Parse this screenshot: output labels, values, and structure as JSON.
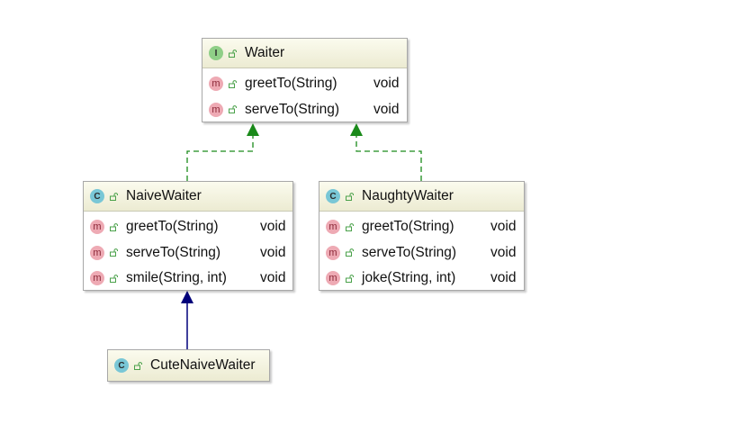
{
  "diagram": {
    "badges": {
      "interface": "I",
      "class": "C",
      "method": "m"
    },
    "colors": {
      "implements_edge": "#1a8a1a",
      "extends_edge": "#00007a",
      "header_fill": "#ecebd2"
    },
    "classes": {
      "waiter": {
        "kind": "interface",
        "name": "Waiter",
        "methods": [
          {
            "name": "greetTo(String)",
            "type": "void"
          },
          {
            "name": "serveTo(String)",
            "type": "void"
          }
        ]
      },
      "naive_waiter": {
        "kind": "class",
        "name": "NaiveWaiter",
        "methods": [
          {
            "name": "greetTo(String)",
            "type": "void"
          },
          {
            "name": "serveTo(String)",
            "type": "void"
          },
          {
            "name": "smile(String, int)",
            "type": "void"
          }
        ]
      },
      "naughty_waiter": {
        "kind": "class",
        "name": "NaughtyWaiter",
        "methods": [
          {
            "name": "greetTo(String)",
            "type": "void"
          },
          {
            "name": "serveTo(String)",
            "type": "void"
          },
          {
            "name": "joke(String, int)",
            "type": "void"
          }
        ]
      },
      "cute_naive_waiter": {
        "kind": "class",
        "name": "CuteNaiveWaiter",
        "methods": []
      }
    },
    "relations": [
      {
        "from": "NaiveWaiter",
        "to": "Waiter",
        "kind": "implements"
      },
      {
        "from": "NaughtyWaiter",
        "to": "Waiter",
        "kind": "implements"
      },
      {
        "from": "CuteNaiveWaiter",
        "to": "NaiveWaiter",
        "kind": "extends"
      }
    ]
  }
}
